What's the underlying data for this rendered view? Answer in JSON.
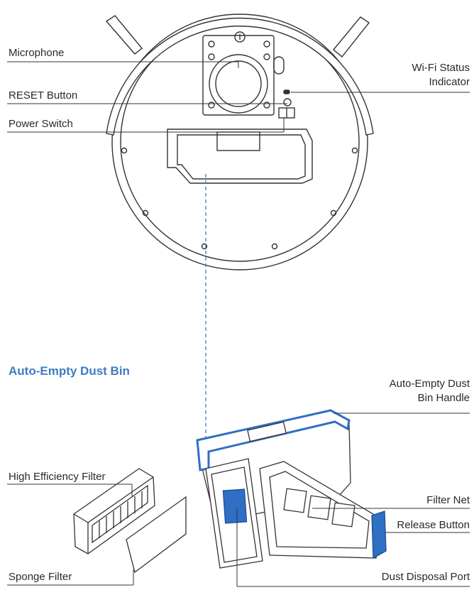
{
  "robot_labels": {
    "microphone": "Microphone",
    "reset_button": "RESET Button",
    "power_switch": "Power Switch",
    "wifi_line1": "Wi-Fi Status",
    "wifi_line2": "Indicator"
  },
  "bin_section": {
    "title": "Auto-Empty Dust Bin",
    "title_color": "#3d7cc0",
    "handle_line1": "Auto-Empty Dust",
    "handle_line2": "Bin  Handle",
    "high_efficiency_filter": "High Efficiency Filter",
    "sponge_filter": "Sponge Filter",
    "filter_net": "Filter Net",
    "release_button": "Release Button",
    "dust_disposal_port": "Dust Disposal Port"
  },
  "colors": {
    "line": "#333333",
    "accent_blue": "#2f6fc4",
    "dashed": "#3d7cc0"
  }
}
